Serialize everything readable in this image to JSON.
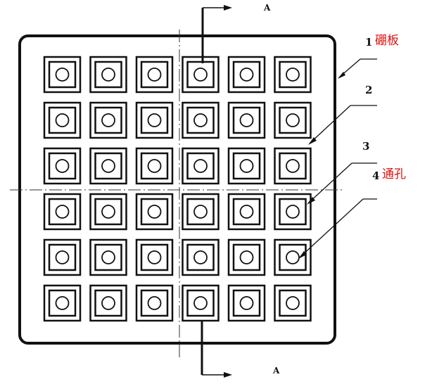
{
  "section_marks": {
    "top": "A",
    "bottom": "A"
  },
  "callouts": [
    {
      "number": "1",
      "text": "硼板"
    },
    {
      "number": "2",
      "text": ""
    },
    {
      "number": "3",
      "text": ""
    },
    {
      "number": "4",
      "text": "通孔"
    }
  ],
  "grid": {
    "rows": 6,
    "cols": 6
  },
  "colors": {
    "line": "#111111",
    "annotation": "#e01010",
    "background": "#ffffff"
  }
}
